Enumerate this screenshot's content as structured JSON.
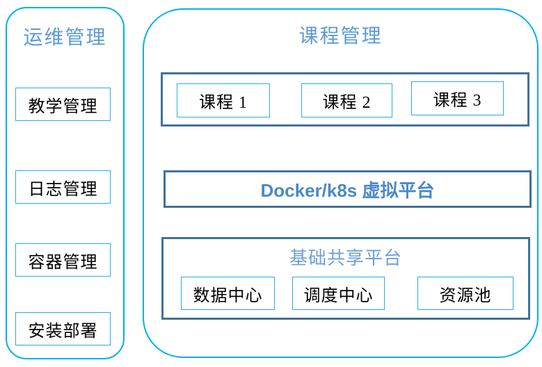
{
  "palette": {
    "background": "#FFFFFF",
    "container_border": "#00B0F0",
    "group_border": "#41719C",
    "item_border": "#29ABE2",
    "title_color": "#5B9BD5",
    "base_title_color": "#6FA0D8",
    "docker_text_color": "#4A89C7",
    "body_text_color": "#000000"
  },
  "left_panel": {
    "title": "运维管理",
    "items": [
      {
        "label": "教学管理"
      },
      {
        "label": "日志管理"
      },
      {
        "label": "容器管理"
      },
      {
        "label": "安装部署"
      }
    ]
  },
  "right_panel": {
    "title": "课程管理",
    "course_group": {
      "items": [
        {
          "label": "课程 1"
        },
        {
          "label": "课程 2"
        },
        {
          "label": "课程 3"
        }
      ]
    },
    "docker_bar": {
      "label": "Docker/k8s 虚拟平台"
    },
    "base_platform": {
      "title": "基础共享平台",
      "items": [
        {
          "label": "数据中心"
        },
        {
          "label": "调度中心"
        },
        {
          "label": "资源池"
        }
      ]
    }
  }
}
